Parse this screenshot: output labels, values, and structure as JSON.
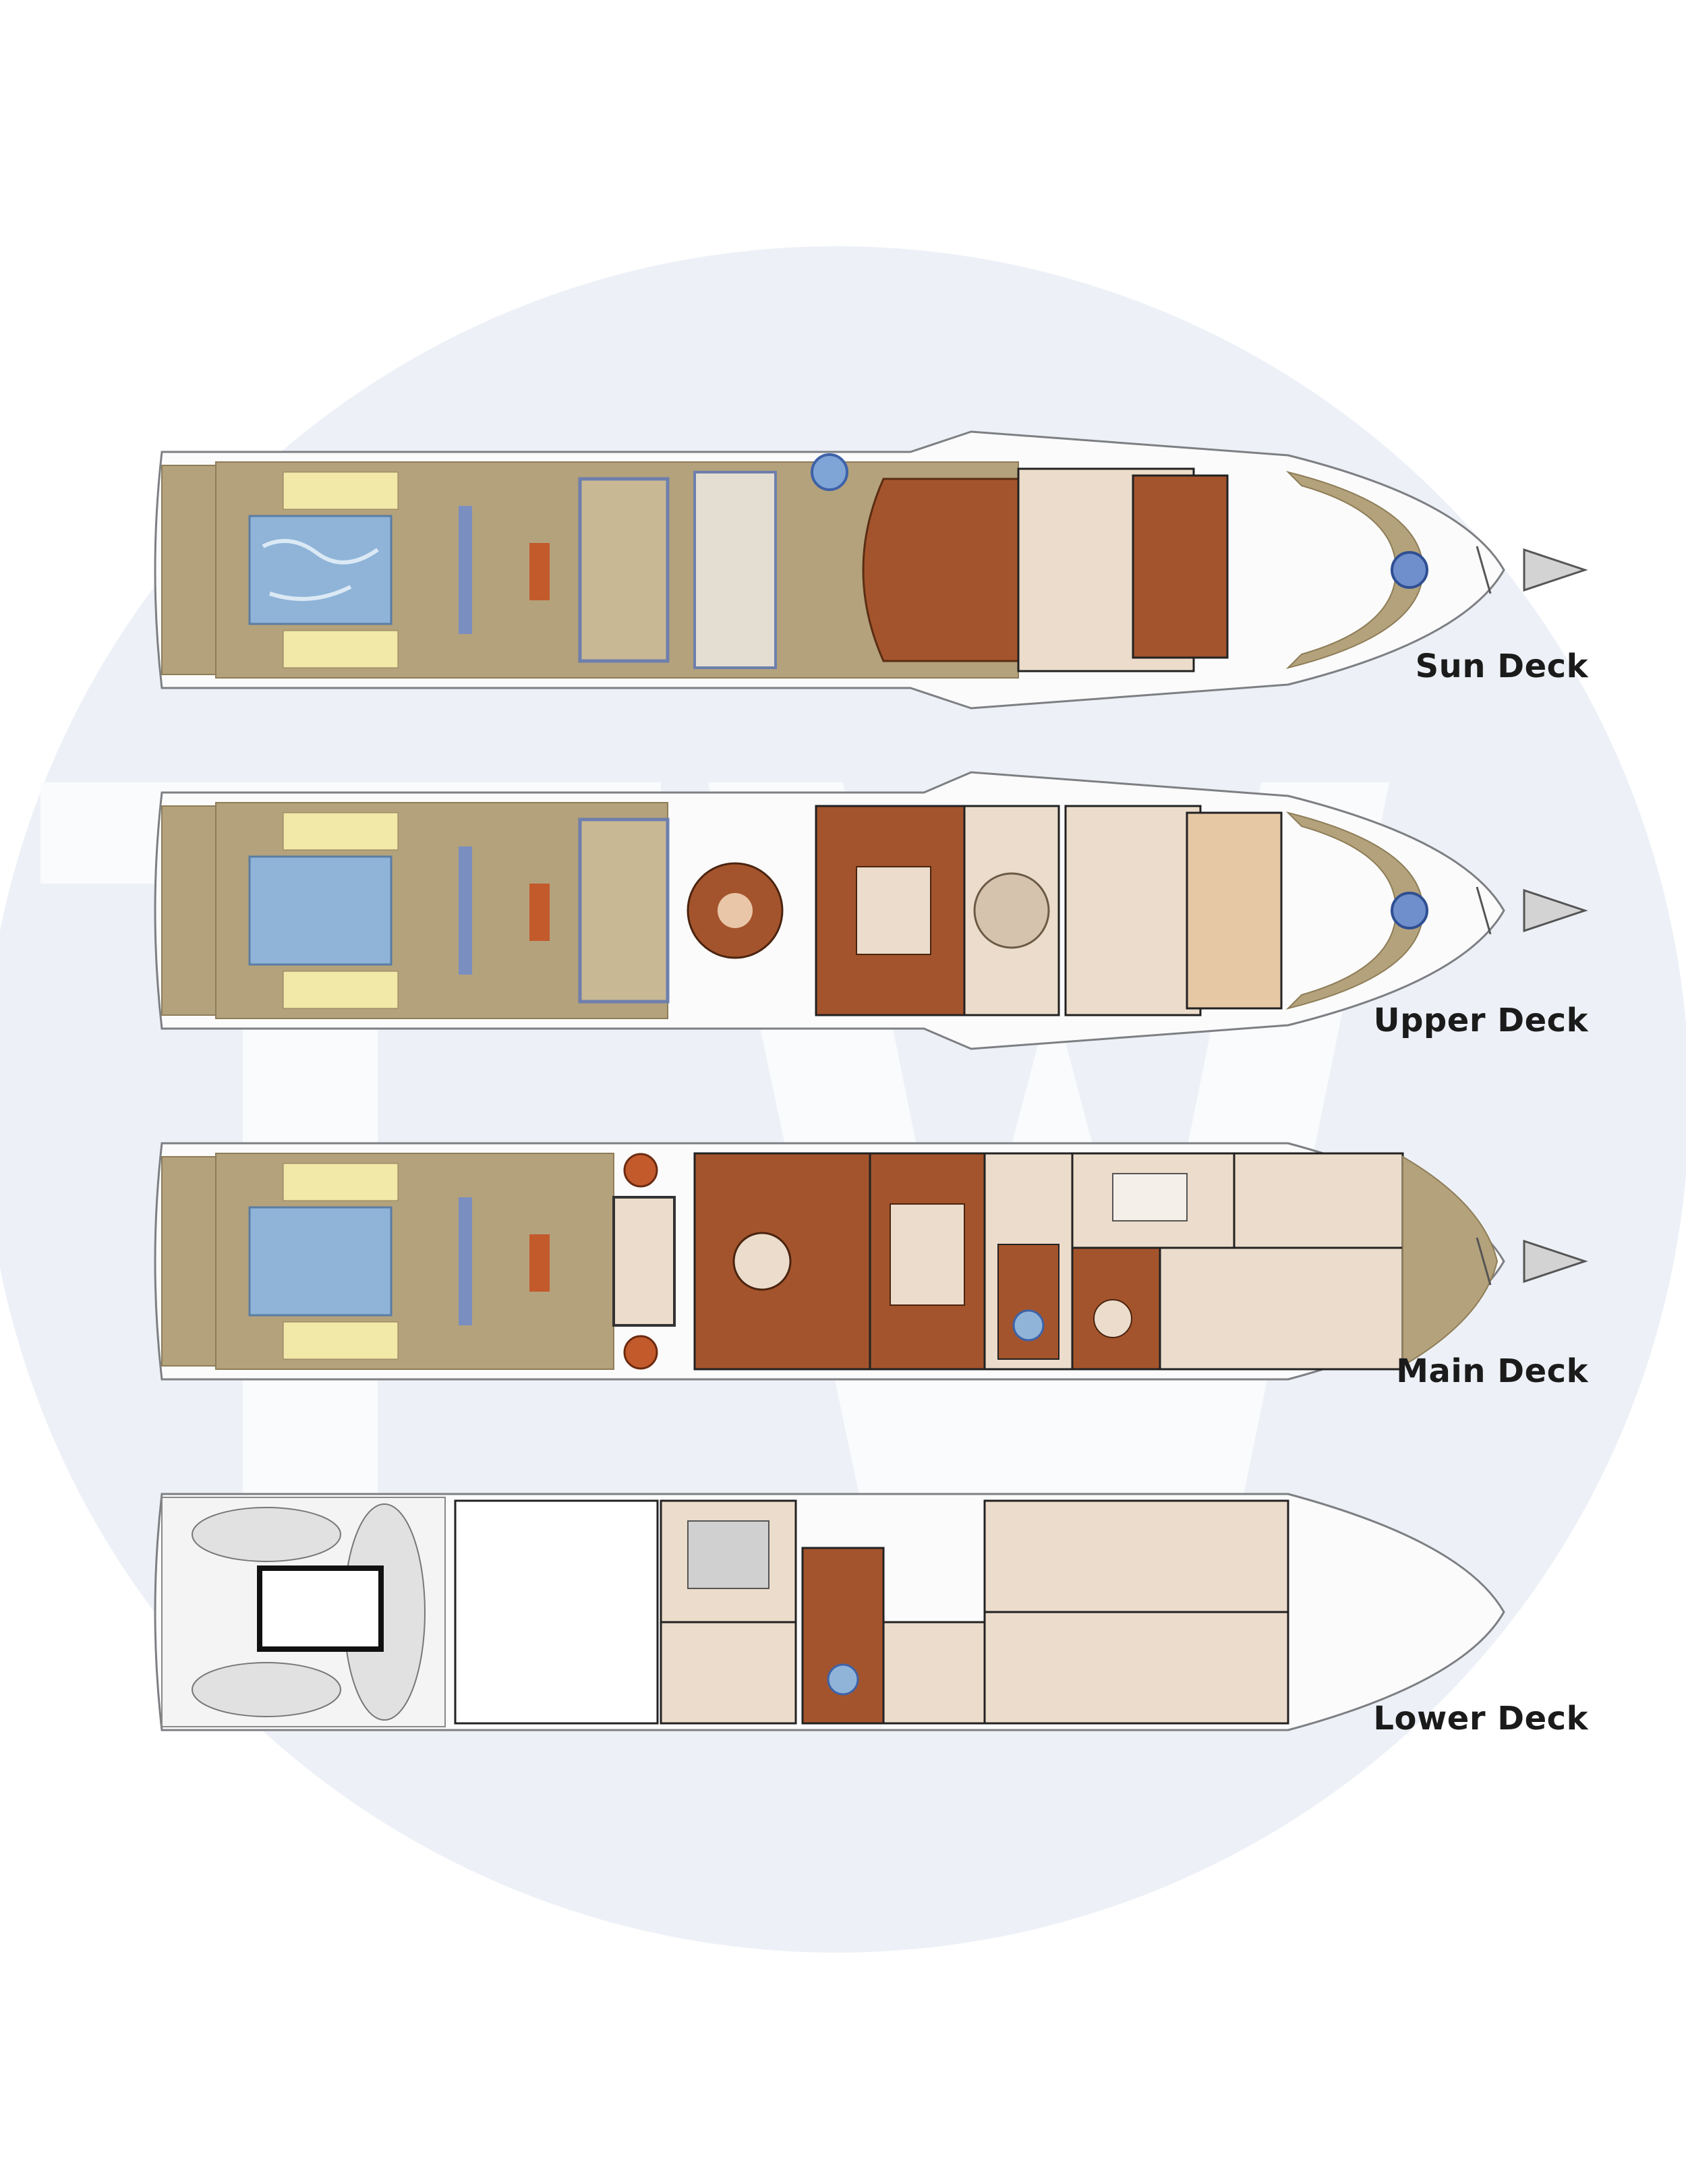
{
  "decks": [
    {
      "id": "sun",
      "label": "Sun Deck"
    },
    {
      "id": "upper",
      "label": "Upper Deck"
    },
    {
      "id": "main",
      "label": "Main Deck"
    },
    {
      "id": "lower",
      "label": "Lower Deck"
    }
  ],
  "watermark": {
    "lettering": "TW"
  },
  "colors": {
    "teak": "#b4a27c",
    "teak_dark": "#8e7d58",
    "interior_wood": "#a4542c",
    "pale_floor": "#ecdccb",
    "pool": "#8fb4d8",
    "hull_outline": "#7d7f83",
    "watermark_disc": "#edf1f7"
  }
}
